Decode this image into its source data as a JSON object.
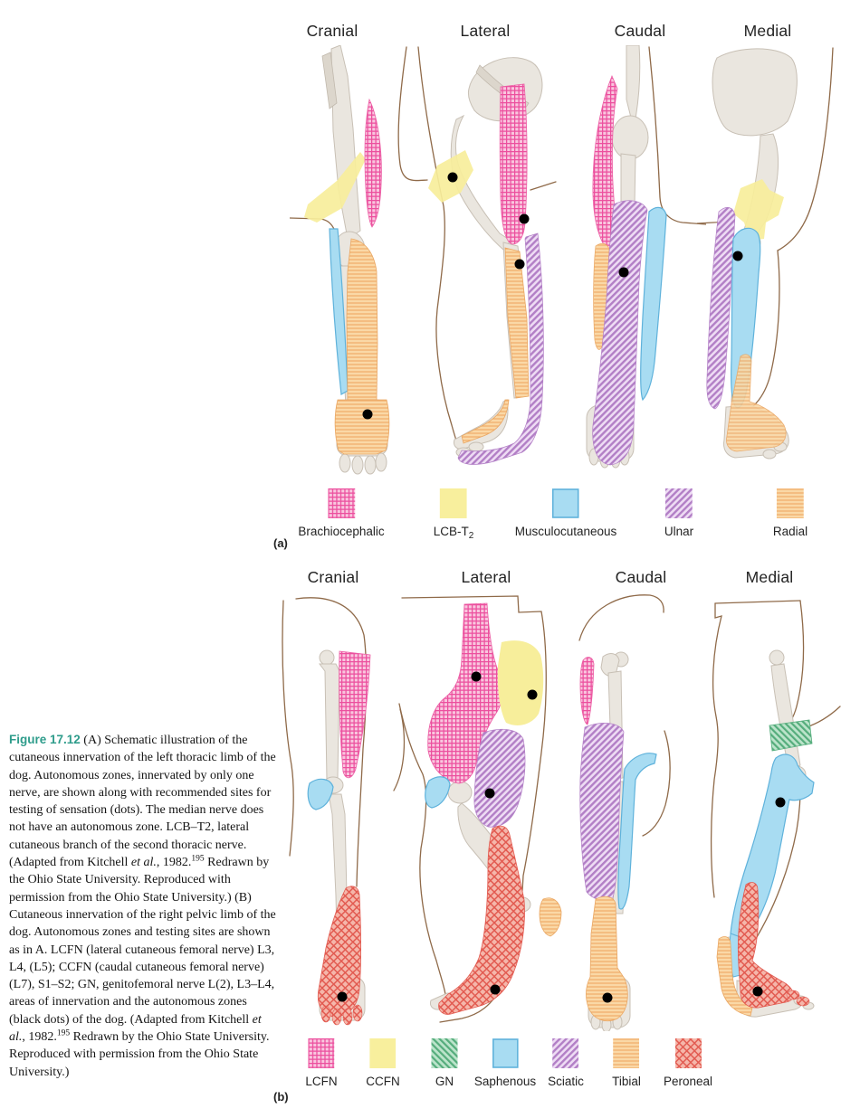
{
  "figure": {
    "caption": {
      "label": "Figure 17.12",
      "text_1": " (A) Schematic illustration of the cutaneous innervation of the left thoracic limb of the dog. Autonomous zones, innervated by only one nerve, are shown along with recommended sites for testing of sensation (dots). The median nerve does not have an autonomous zone. LCB–T2, lateral cutaneous branch of the second thoracic nerve. (Adapted from Kitchell ",
      "italic_1": "et al.",
      "text_2": ", 1982.",
      "sup_1": "195",
      "text_3": " Redrawn by the Ohio State University. Reproduced with permission from the Ohio State University.) (B) Cutaneous innervation of the right pelvic limb of the dog. Autonomous zones and testing sites are shown as in A. LCFN (lateral cutaneous femoral nerve) L3, L4, (L5); CCFN (caudal cutaneous femoral nerve) (L7), S1–S2; GN, genitofemoral nerve L(2), L3–L4, areas of innervation and the autonomous zones (black dots) of the dog. (Adapted from Kitchell ",
      "italic_2": "et al.",
      "text_4": ", 1982.",
      "sup_2": "195",
      "text_5": " Redrawn by the Ohio State University. Reproduced with permission from the Ohio State University.)"
    }
  },
  "panel_a": {
    "label": "(a)",
    "view_labels": [
      "Cranial",
      "Lateral",
      "Caudal",
      "Medial"
    ],
    "legend": [
      {
        "label": "Brachiocephalic",
        "pattern": "pink-grid",
        "color": "#ec4f9e"
      },
      {
        "label_main": "LCB-T",
        "label_sub": "2",
        "pattern": "solid-yellow",
        "color": "#f8ef9d"
      },
      {
        "label": "Musculocutaneous",
        "pattern": "solid-blue",
        "color": "#a8dcf2"
      },
      {
        "label": "Ulnar",
        "pattern": "purple-diagonal",
        "color": "#b27fc6"
      },
      {
        "label": "Radial",
        "pattern": "orange-lines",
        "color": "#efa763"
      }
    ]
  },
  "panel_b": {
    "label": "(b)",
    "view_labels": [
      "Cranial",
      "Lateral",
      "Caudal",
      "Medial"
    ],
    "legend": [
      {
        "label": "LCFN",
        "pattern": "pink-grid",
        "color": "#ec4f9e"
      },
      {
        "label": "CCFN",
        "pattern": "solid-yellow",
        "color": "#f8ef9d"
      },
      {
        "label": "GN",
        "pattern": "green-diagonal",
        "color": "#55ad7c"
      },
      {
        "label": "Saphenous",
        "pattern": "solid-blue",
        "color": "#a8dcf2"
      },
      {
        "label": "Sciatic",
        "pattern": "purple-diagonal",
        "color": "#b27fc6"
      },
      {
        "label": "Tibial",
        "pattern": "orange-lines",
        "color": "#efa763"
      },
      {
        "label": "Peroneal",
        "pattern": "red-crosshatch",
        "color": "#e25a50"
      }
    ]
  }
}
